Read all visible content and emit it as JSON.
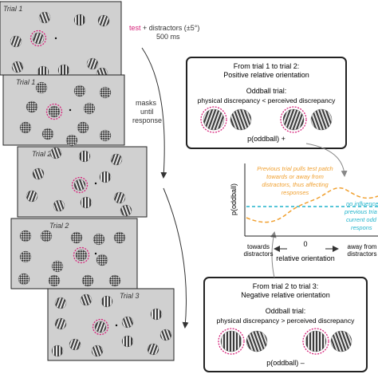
{
  "trials": [
    {
      "label": "Trial 1",
      "type": "test"
    },
    {
      "label": "Trial 1",
      "type": "mask"
    },
    {
      "label": "Trial 2",
      "type": "test"
    },
    {
      "label": "Trial 2",
      "type": "mask"
    },
    {
      "label": "Trial 3",
      "type": "test"
    }
  ],
  "stimulus": {
    "test_word": "test",
    "distractor_text": " + distractors (±5°)",
    "duration": "500 ms"
  },
  "masks": {
    "line1": "masks",
    "line2": "until",
    "line3": "response"
  },
  "box_top": {
    "title1": "From trial 1 to trial 2:",
    "title2": "Positive relative orientation",
    "subtitle": "Oddball trial:",
    "relation": "physical discrepancy < perceived discrepancy",
    "result": "p(oddball) +"
  },
  "box_bottom": {
    "title1": "From trial 2 to trial 3:",
    "title2": "Negative relative orientation",
    "subtitle": "Oddball trial:",
    "relation": "physical discrepancy > perceived discrepancy",
    "result": "p(oddball) –"
  },
  "plot": {
    "ylabel": "p(oddball)",
    "xlabel": "relative orientation",
    "tick_zero": "0",
    "left_end": [
      "towards",
      "distractors"
    ],
    "right_end": [
      "away from",
      "distractors"
    ],
    "orange_note": [
      "Previous trial pulls test patch",
      "towards or away from",
      "distractors, thus affecting",
      "responses"
    ],
    "cyan_note": [
      "no influence",
      "previous tria",
      "current odd",
      "respons"
    ]
  },
  "colors": {
    "pink": "#d6237a",
    "orange": "#f0a030",
    "cyan": "#22b4cc",
    "panel": "#d0d0d0"
  }
}
